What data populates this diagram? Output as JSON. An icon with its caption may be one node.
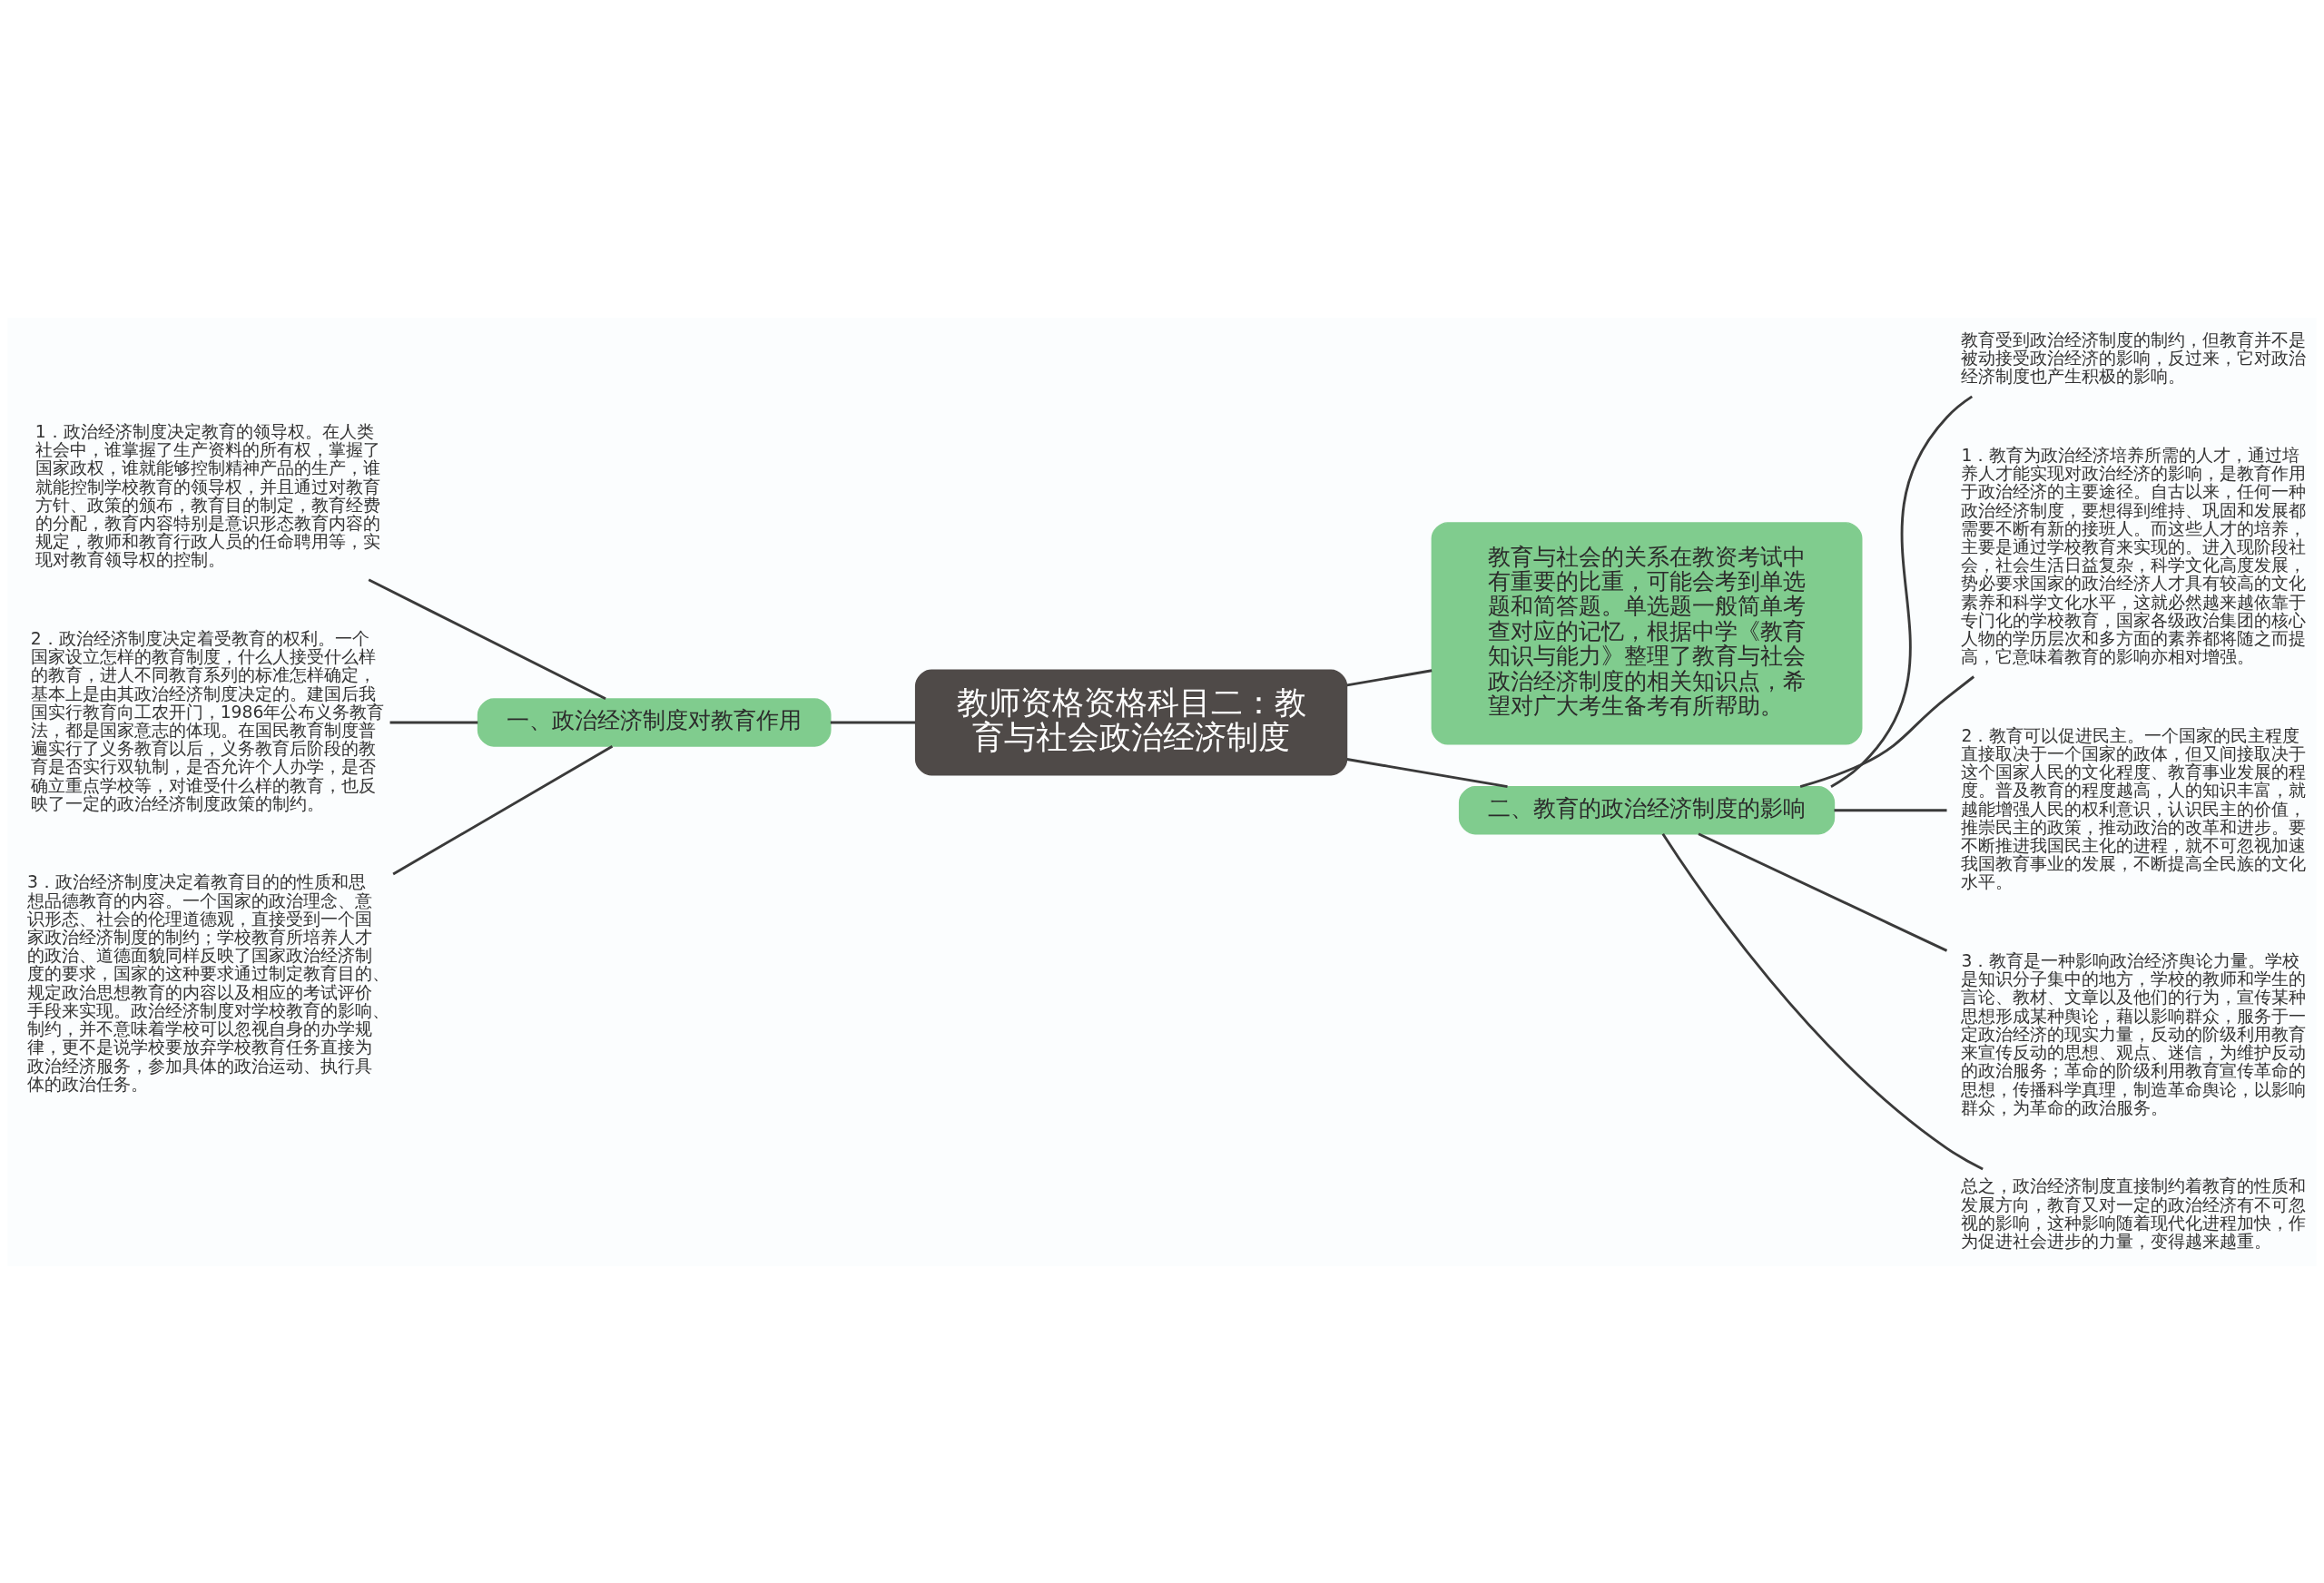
{
  "diagram": {
    "nodes": [
      {
        "text": [
          "教师资格资格科目二：教育与社会政治经济制度"
        ]
      },
      {
        "text": [
          "教育与社会的关系在教资考试中有重要的比重，可能会考到单选题和简答题。单选题一般简单考查对应的记忆，根据中学《教育知识与能力》整理了教育与社会政治经济制度的相关知识点，希望对广大考生备考有所帮助。"
        ]
      },
      {
        "text": [
          "一、政治经济制度对教育作用"
        ]
      },
      {
        "text": [
          "1．政治经济制度决定教育的领导权。在人类社会中，谁掌握了生产资料的所有权，掌握了国家政权，谁就能够控制精神产品的生产，谁就能控制学校教育的领导权，并且通过对教育方针、政策的颁布，教育目的制定，教育经费的分配，教育内容特别是意识形态教育内容的规定，教师和教育行政人员的任命聘用等，实现对教育领导权的控制。"
        ]
      },
      {
        "text": [
          "2．政治经济制度决定着受教育的权利。一个国家设立怎样的教育制度，什么人接受什么样的教育，进人不同教育系列的标准怎样确定，基本上是由其政治经济制度决定的。建国后我国实行教育向工农开门，1986年公布义务教育法，都是国家意志的体现。在国民教育制度普遍实行了义务教育以后，义务教育后阶段的教育是否实行双轨制，是否允许个人办学，是否确立重点学校等，对谁受什么样的教育，也反映了一定的政治经济制度政策的制约。"
        ]
      },
      {
        "text": [
          "3．政治经济制度决定着教育目的的性质和思想品德教育的内容。一个国家的政治理念、意识形态、社会的伦理道德观，直接受到一个国家政治经济制度的制约；学校教育所培养人才的政治、道德面貌同样反映了国家政治经济制度的要求，国家的这种要求通过制定教育目的、规定政治思想教育的内容以及相应的考试评价手段来实现。政治经济制度对学校教育的影响、制约，并不意味着学校可以忽视自身的办学规律，更不是说学校要放弃学校教育任务直接为政治经济服务，参加具体的政治运动、执行具体的政治任务。"
        ]
      },
      {
        "text": [
          "二、教育的政治经济制度的影响"
        ]
      },
      {
        "text": [
          "教育受到政治经济制度的制约，但教育并不是被动接受政治经济的影响，反过来，它对政治经济制度也产生积极的影响。"
        ]
      },
      {
        "text": [
          "1．教育为政治经济培养所需的人才，通过培养人才能实现对政治经济的影响，是教育作用于政治经济的主要途径。自古以来，任何一种政治经济制度，要想得到维持、巩固和发展都需要不断有新的接班人。而这些人才的培养，主要是通过学校教育来实现的。进入现阶段社会，社会生活日益复杂，科学文化高度发展，势必要求国家的政治经济人才具有较高的文化素养和科学文化水平，这就必然越来越依靠于专门化的学校教育，国家各级政治集团的核心人物的学历层次和多方面的素养都将随之而提高，它意味着教育的影响亦相对增强。"
        ]
      },
      {
        "text": [
          "2．教育可以促进民主。一个国家的民主程度直接取决于一个国家的政体，但又间接取决于这个国家人民的文化程度、教育事业发展的程度。普及教育的程度越高，人的知识丰富，就越能增强人民的权利意识，认识民主的价值，推崇民主的政策，推动政治的改革和进步。要不断推进我国民主化的进程，就不可忽视加速我国教育事业的发展，不断提高全民族的文化水平。"
        ]
      },
      {
        "text": [
          "3．教育是一种影响政治经济舆论力量。学校是知识分子集中的地方，学校的教师和学生的言论、教材、文章以及他们的行为，宣传某种思想形成某种舆论，藉以影响群众，服务于一定政治经济的现实力量，反动的阶级利用教育来宣传反动的思想、观点、迷信，为维护反动的政治服务；革命的阶级利用教育宣传革命的思想，传播科学真理，制造革命舆论，以影响群众，为革命的政治服务。"
        ]
      },
      {
        "text": [
          "总之，政治经济制度直接制约着教育的性质和发展方向，教育又对一定的政治经济有不可忽视的影响，这种影响随着现代化进程加快，作为促进社会进步的力量，变得越来越重。"
        ]
      }
    ],
    "edges": [
      {
        "from": 0,
        "to": 1,
        "arrow": "none"
      },
      {
        "from": 2,
        "to": 0,
        "arrow": "none"
      },
      {
        "from": 3,
        "to": 2,
        "arrow": "none"
      },
      {
        "from": 4,
        "to": 2,
        "arrow": "none"
      },
      {
        "from": 5,
        "to": 2,
        "arrow": "none"
      },
      {
        "from": 0,
        "to": 6,
        "arrow": "none"
      },
      {
        "from": 6,
        "to": 7,
        "arrow": "none"
      },
      {
        "from": 6,
        "to": 8,
        "arrow": "none"
      },
      {
        "from": 6,
        "to": 9,
        "arrow": "none"
      },
      {
        "from": 6,
        "to": 10,
        "arrow": "none"
      },
      {
        "from": 6,
        "to": 11,
        "arrow": "none"
      }
    ]
  }
}
